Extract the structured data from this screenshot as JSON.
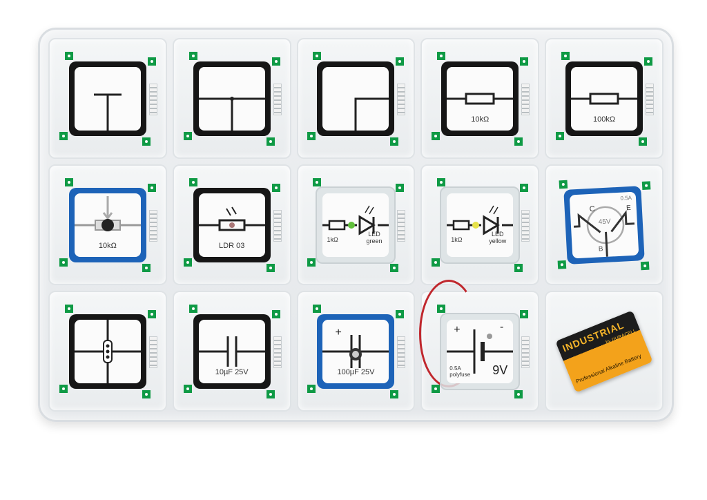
{
  "scene": {
    "description": "Transparent plastic storage case with 15 compartments (5 columns x 3 rows) holding electronic building-block modules",
    "case_color": "#e8ebee"
  },
  "modules": [
    {
      "row": 1,
      "col": 1,
      "color": "black",
      "symbol": "T-junction",
      "label": ""
    },
    {
      "row": 1,
      "col": 2,
      "color": "black",
      "symbol": "cross-junction",
      "label": ""
    },
    {
      "row": 1,
      "col": 3,
      "color": "black",
      "symbol": "corner",
      "label": ""
    },
    {
      "row": 1,
      "col": 4,
      "color": "black",
      "symbol": "resistor",
      "label": "10kΩ"
    },
    {
      "row": 1,
      "col": 5,
      "color": "black",
      "symbol": "resistor",
      "label": "100kΩ"
    },
    {
      "row": 2,
      "col": 1,
      "color": "blue",
      "symbol": "potentiometer",
      "label": "10kΩ"
    },
    {
      "row": 2,
      "col": 2,
      "color": "black",
      "symbol": "ldr",
      "label": "LDR 03"
    },
    {
      "row": 2,
      "col": 3,
      "color": "clear",
      "symbol": "led-green",
      "label": "1kΩ",
      "label2": "LED",
      "label3": "green"
    },
    {
      "row": 2,
      "col": 4,
      "color": "clear",
      "symbol": "led-yellow",
      "label": "1kΩ",
      "label2": "LED",
      "label3": "yellow"
    },
    {
      "row": 2,
      "col": 5,
      "color": "blue",
      "symbol": "transistor",
      "label": "45V",
      "label2": "C",
      "label3": "E",
      "label4": "B",
      "label5": "0.5A"
    },
    {
      "row": 3,
      "col": 1,
      "color": "black",
      "symbol": "switch-junction",
      "label": ""
    },
    {
      "row": 3,
      "col": 2,
      "color": "black",
      "symbol": "capacitor",
      "label": "10µF 25V"
    },
    {
      "row": 3,
      "col": 3,
      "color": "blue",
      "symbol": "electrolytic-capacitor",
      "label": "100µF 25V",
      "label2": "+"
    },
    {
      "row": 3,
      "col": 4,
      "color": "clear",
      "symbol": "battery-holder",
      "label": "9V",
      "label2": "0.5A",
      "label3": "polyfuse",
      "label4": "+",
      "label5": "-"
    },
    {
      "row": 3,
      "col": 5,
      "color": "none",
      "symbol": "9v-battery",
      "label": "INDUSTRIAL",
      "label2": "by DURACELL",
      "label3": "Professional Alkaline Battery"
    }
  ],
  "colors": {
    "pcb_green": "#0f9a45",
    "brick_black": "#161616",
    "brick_blue": "#1d63b8",
    "battery_orange": "#f3a21b"
  }
}
